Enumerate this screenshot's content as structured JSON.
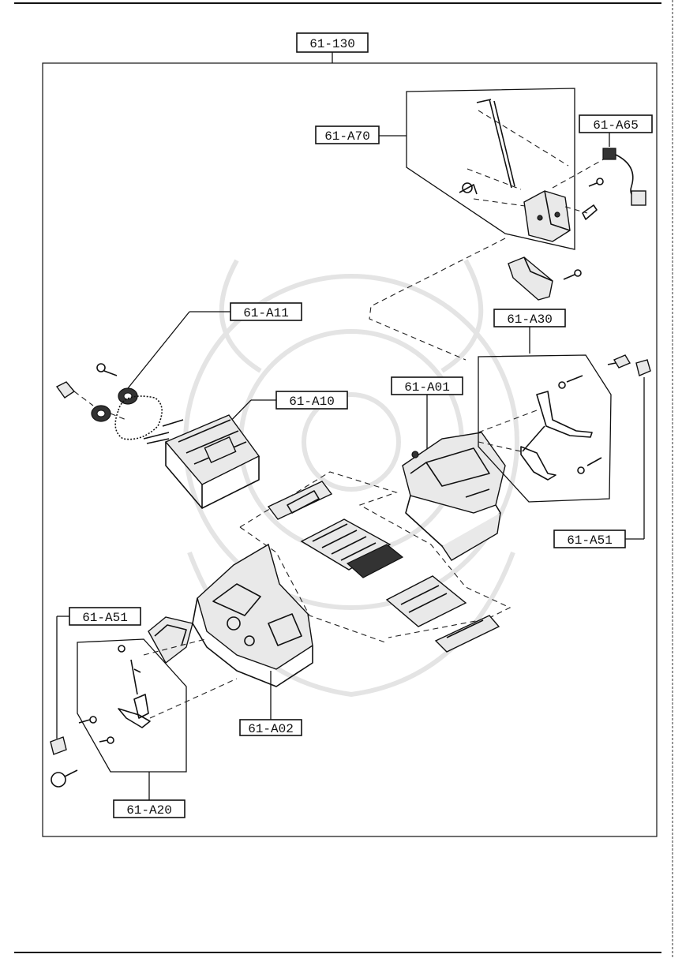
{
  "diagram": {
    "group_label": "61-130",
    "callouts": {
      "a70": "61-A70",
      "a65": "61-A65",
      "a11": "61-A11",
      "a10": "61-A10",
      "a30": "61-A30",
      "a01": "61-A01",
      "a51_right": "61-A51",
      "a51_left": "61-A51",
      "a02": "61-A02",
      "a20": "61-A20"
    }
  }
}
